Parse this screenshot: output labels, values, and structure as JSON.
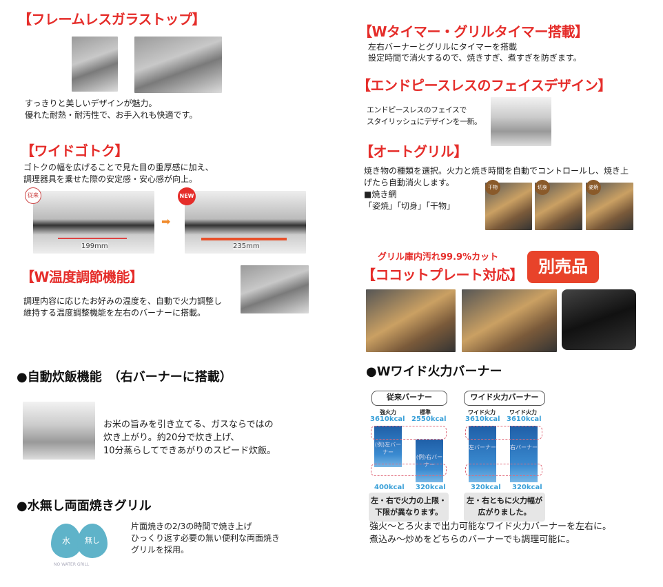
{
  "left": {
    "frameless": {
      "title": "【フレームレスガラストップ】",
      "lines": [
        "すっきりと美しいデザインが魅力。",
        "優れた耐熱・耐汚性で、お手入れも快適です。"
      ]
    },
    "wide_gotoku": {
      "title": "【ワイドゴトク】",
      "lines": [
        "ゴトクの幅を広げることで見た目の重厚感に加え、",
        "調理器具を乗せた際の安定感・安心感が向上。"
      ],
      "old_badge": "従来",
      "new_badge": "NEW",
      "old_width": "199mm",
      "new_width": "235mm"
    },
    "w_temp": {
      "title": "【W温度調節機能】",
      "lines": [
        "調理内容に応じたお好みの温度を、自動で火力調整し",
        "維持する温度調整機能を左右のバーナーに搭載。"
      ]
    },
    "rice": {
      "title": "●自動炊飯機能　（右バーナーに搭載）",
      "lines": [
        "お米の旨みを引き立てる、ガスならではの",
        "炊き上がり。約20分で炊き上げ、",
        "10分蒸らしてできあがりのスピード炊飯。"
      ]
    },
    "grill": {
      "title": "●水無し両面焼きグリル",
      "lines": [
        "片面焼きの2/3の時間で焼き上げ",
        "ひっくり返す必要の無い便利な両面焼き",
        "グリルを採用。"
      ],
      "logo_left": "水",
      "logo_right": "無し",
      "logo_caption": "NO WATER GRILL"
    }
  },
  "right": {
    "timer": {
      "title": "【Wタイマー・グリルタイマー搭載】",
      "lines": [
        "左右バーナーとグリルにタイマーを搭載",
        "設定時間で消火するので、焼きすぎ、煮すぎを防ぎます。"
      ]
    },
    "face": {
      "title": "【エンドピースレスのフェイスデザイン】",
      "lines": [
        "エンドピースレスのフェイスで",
        "スタイリッシュにデザインを一新。"
      ]
    },
    "auto_grill": {
      "title": "【オートグリル】",
      "lines": [
        "焼き物の種類を選択。火力と焼き時間を自動でコントロールし、焼き上",
        "げたら自動消火します。",
        "■焼き網",
        "「姿焼」「切身」「干物」"
      ],
      "photo_labels": [
        "干物",
        "切身",
        "姿焼"
      ]
    },
    "cocotte": {
      "subtitle": "グリル庫内汚れ99.9%カット",
      "title": "【ココットプレート対応】",
      "badge": "別売品"
    },
    "burner": {
      "title": "●Wワイド火力バーナー",
      "old": {
        "label": "従来バーナー",
        "top_labels": [
          "強火力",
          "標準"
        ],
        "top_values": [
          "3610kcal",
          "2550kcal"
        ],
        "bar_labels": [
          "(例)左バーナー",
          "(例)右バーナー"
        ],
        "bottom_values": [
          "400kcal",
          "320kcal"
        ],
        "caption": [
          "左・右で火力の上限・",
          "下限が異なります。"
        ]
      },
      "new": {
        "label": "ワイド火力バーナー",
        "top_labels": [
          "ワイド火力",
          "ワイド火力"
        ],
        "top_values": [
          "3610kcal",
          "3610kcal"
        ],
        "bar_labels": [
          "左バーナー",
          "右バーナー"
        ],
        "bottom_values": [
          "320kcal",
          "320kcal"
        ],
        "caption": [
          "左・右ともに火力幅が",
          "広がりました。"
        ]
      },
      "lines": [
        "強火～とろ火まで出力可能なワイド火力バーナーを左右に。",
        "煮込み～炒めをどちらのバーナーでも調理可能に。"
      ]
    }
  }
}
